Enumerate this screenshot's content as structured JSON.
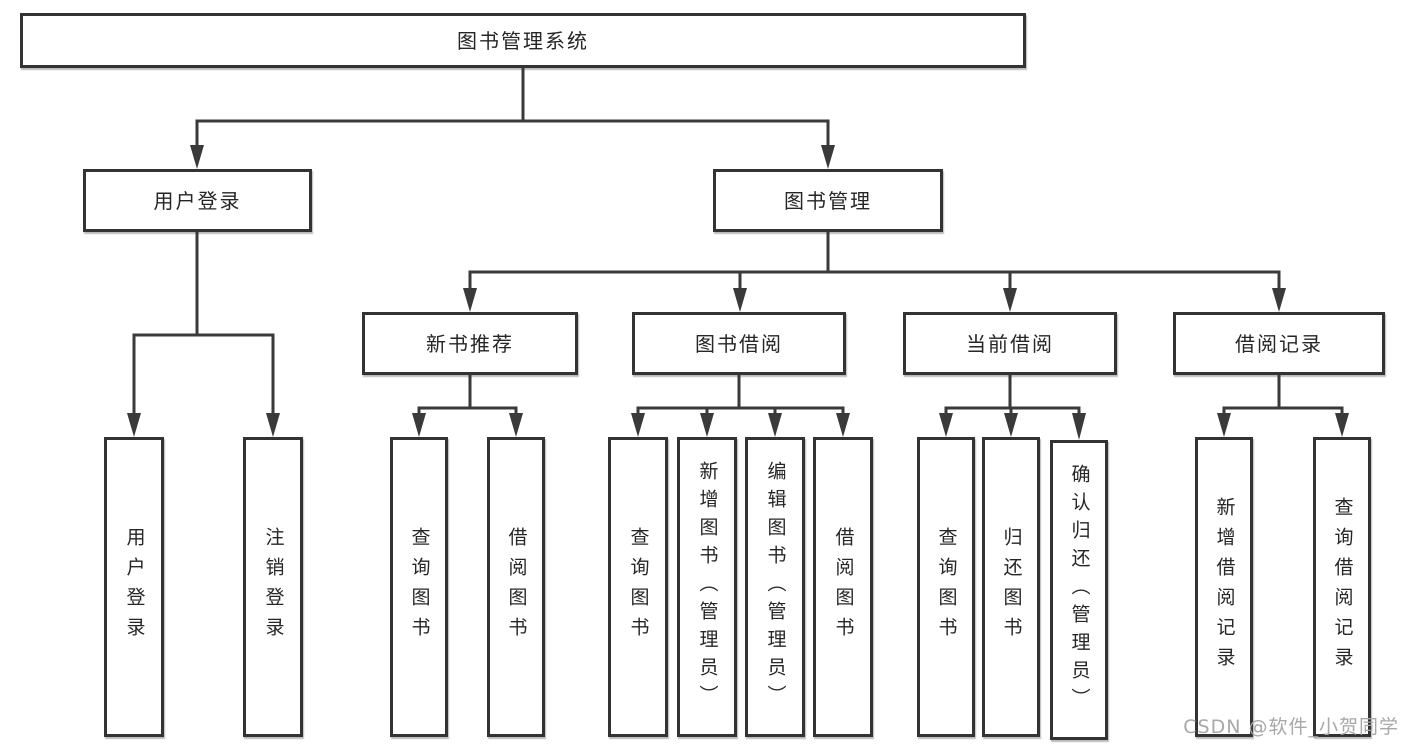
{
  "tree": {
    "root": {
      "label": "图书管理系统",
      "children": [
        {
          "label": "用户登录",
          "children": [
            {
              "label": "用户登录"
            },
            {
              "label": "注销登录"
            }
          ]
        },
        {
          "label": "图书管理",
          "children": [
            {
              "label": "新书推荐",
              "children": [
                {
                  "label": "查询图书"
                },
                {
                  "label": "借阅图书"
                }
              ]
            },
            {
              "label": "图书借阅",
              "children": [
                {
                  "label": "查询图书"
                },
                {
                  "label": "新增图书（管理员）"
                },
                {
                  "label": "编辑图书（管理员）"
                },
                {
                  "label": "借阅图书"
                }
              ]
            },
            {
              "label": "当前借阅",
              "children": [
                {
                  "label": "查询图书"
                },
                {
                  "label": "归还图书"
                },
                {
                  "label": "确认归还（管理员）"
                }
              ]
            },
            {
              "label": "借阅记录",
              "children": [
                {
                  "label": "新增借阅记录"
                },
                {
                  "label": "查询借阅记录"
                }
              ]
            }
          ]
        }
      ]
    }
  },
  "watermark": "CSDN @软件_小贺同学",
  "colors": {
    "background": "#ffffff",
    "box_border": "#333333",
    "line": "#3a3a3a",
    "text": "#262626",
    "watermark": "#a8a8a8"
  }
}
